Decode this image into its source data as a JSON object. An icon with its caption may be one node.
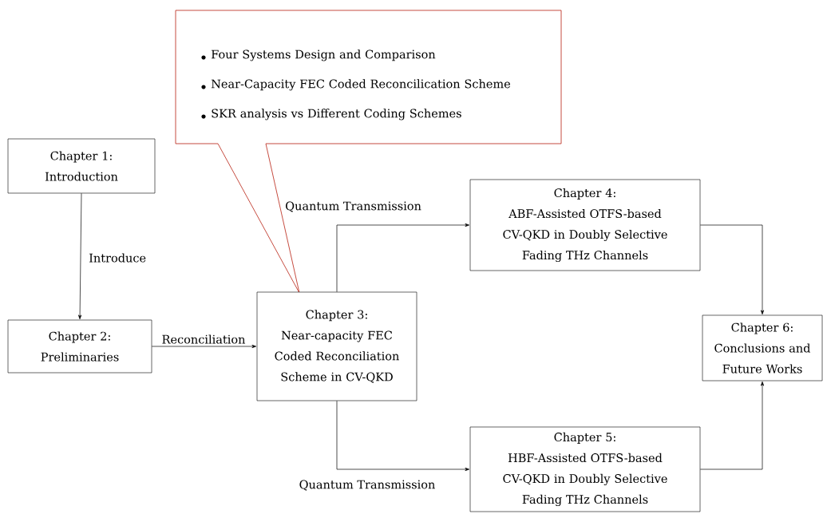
{
  "diagram": {
    "nodes": [
      {
        "text": [
          "Chapter 1:",
          "Introduction"
        ]
      },
      {
        "text": [
          "Chapter 2:",
          "Preliminaries"
        ]
      },
      {
        "text": [
          "Chapter 3:",
          "Near-capacity FEC Coded Reconciliation Scheme in CV-QKD"
        ]
      },
      {
        "text": [
          "Chapter 4:",
          "ABF-Assisted OTFS-based CV-QKD in Doubly Selective Fading THz Channels"
        ]
      },
      {
        "text": [
          "Chapter 5:",
          "HBF-Assisted OTFS-based CV-QKD in Doubly Selective Fading THz Channels"
        ]
      },
      {
        "text": [
          "Chapter 6:",
          "Conclusions and Future Works"
        ]
      },
      {
        "text": [
          "Four Systems Design and Comparison",
          "Near-Capacity FEC Coded Reconcilication Scheme",
          "SKR analysis vs Different Coding Schemes"
        ]
      }
    ],
    "edges": [
      {
        "from": 0,
        "to": 1,
        "arrow": "to",
        "label": "Introduce"
      },
      {
        "from": 1,
        "to": 2,
        "arrow": "to",
        "label": "Reconciliation"
      },
      {
        "from": 2,
        "to": 3,
        "arrow": "to",
        "label": "Quantum Transmission"
      },
      {
        "from": 2,
        "to": 4,
        "arrow": "to",
        "label": "Quantum Transmission"
      },
      {
        "from": 3,
        "to": 5,
        "arrow": "to"
      },
      {
        "from": 4,
        "to": 5,
        "arrow": "to"
      }
    ]
  }
}
